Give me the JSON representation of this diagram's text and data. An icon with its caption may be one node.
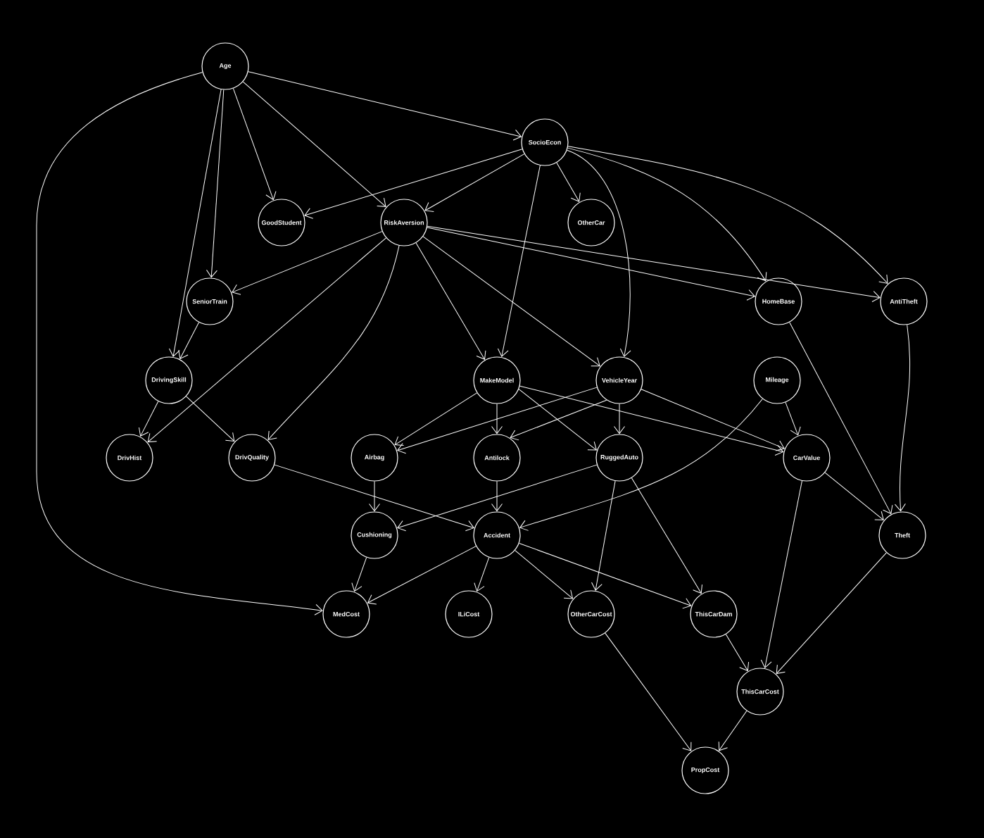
{
  "diagram": {
    "nodes": [
      {
        "text": [
          "Age"
        ]
      },
      {
        "text": [
          "SocioEcon"
        ]
      },
      {
        "text": [
          "GoodStudent"
        ]
      },
      {
        "text": [
          "RiskAversion"
        ]
      },
      {
        "text": [
          "OtherCar"
        ]
      },
      {
        "text": [
          "SeniorTrain"
        ]
      },
      {
        "text": [
          "HomeBase"
        ]
      },
      {
        "text": [
          "AntiTheft"
        ]
      },
      {
        "text": [
          "DrivingSkill"
        ]
      },
      {
        "text": [
          "MakeModel"
        ]
      },
      {
        "text": [
          "VehicleYear"
        ]
      },
      {
        "text": [
          "Mileage"
        ]
      },
      {
        "text": [
          "DrivHist"
        ]
      },
      {
        "text": [
          "DrivQuality"
        ]
      },
      {
        "text": [
          "Airbag"
        ]
      },
      {
        "text": [
          "Antilock"
        ]
      },
      {
        "text": [
          "RuggedAuto"
        ]
      },
      {
        "text": [
          "CarValue"
        ]
      },
      {
        "text": [
          "Cushioning"
        ]
      },
      {
        "text": [
          "Accident"
        ]
      },
      {
        "text": [
          "Theft"
        ]
      },
      {
        "text": [
          "MedCost"
        ]
      },
      {
        "text": [
          "ILiCost"
        ]
      },
      {
        "text": [
          "OtherCarCost"
        ]
      },
      {
        "text": [
          "ThisCarDam"
        ]
      },
      {
        "text": [
          "ThisCarCost"
        ]
      },
      {
        "text": [
          "PropCost"
        ]
      }
    ],
    "edges": [
      {
        "from": 0,
        "to": 1,
        "arrow": "to"
      },
      {
        "from": 0,
        "to": 2,
        "arrow": "to"
      },
      {
        "from": 0,
        "to": 3,
        "arrow": "to"
      },
      {
        "from": 0,
        "to": 5,
        "arrow": "to"
      },
      {
        "from": 0,
        "to": 8,
        "arrow": "to"
      },
      {
        "from": 0,
        "to": 21,
        "arrow": "to"
      },
      {
        "from": 1,
        "to": 2,
        "arrow": "to"
      },
      {
        "from": 1,
        "to": 3,
        "arrow": "to"
      },
      {
        "from": 1,
        "to": 4,
        "arrow": "to"
      },
      {
        "from": 1,
        "to": 9,
        "arrow": "to"
      },
      {
        "from": 1,
        "to": 10,
        "arrow": "to"
      },
      {
        "from": 1,
        "to": 6,
        "arrow": "to"
      },
      {
        "from": 1,
        "to": 7,
        "arrow": "to"
      },
      {
        "from": 3,
        "to": 5,
        "arrow": "to"
      },
      {
        "from": 3,
        "to": 12,
        "arrow": "to"
      },
      {
        "from": 3,
        "to": 13,
        "arrow": "to"
      },
      {
        "from": 3,
        "to": 9,
        "arrow": "to"
      },
      {
        "from": 3,
        "to": 10,
        "arrow": "to"
      },
      {
        "from": 3,
        "to": 6,
        "arrow": "to"
      },
      {
        "from": 3,
        "to": 7,
        "arrow": "to"
      },
      {
        "from": 5,
        "to": 8,
        "arrow": "to"
      },
      {
        "from": 8,
        "to": 12,
        "arrow": "to"
      },
      {
        "from": 8,
        "to": 13,
        "arrow": "to"
      },
      {
        "from": 9,
        "to": 14,
        "arrow": "to"
      },
      {
        "from": 9,
        "to": 15,
        "arrow": "to"
      },
      {
        "from": 9,
        "to": 16,
        "arrow": "to"
      },
      {
        "from": 9,
        "to": 17,
        "arrow": "to"
      },
      {
        "from": 10,
        "to": 14,
        "arrow": "to"
      },
      {
        "from": 10,
        "to": 15,
        "arrow": "to"
      },
      {
        "from": 10,
        "to": 16,
        "arrow": "to"
      },
      {
        "from": 10,
        "to": 17,
        "arrow": "to"
      },
      {
        "from": 11,
        "to": 17,
        "arrow": "to"
      },
      {
        "from": 11,
        "to": 19,
        "arrow": "to"
      },
      {
        "from": 13,
        "to": 19,
        "arrow": "to"
      },
      {
        "from": 15,
        "to": 19,
        "arrow": "to"
      },
      {
        "from": 14,
        "to": 18,
        "arrow": "to"
      },
      {
        "from": 16,
        "to": 18,
        "arrow": "to"
      },
      {
        "from": 16,
        "to": 23,
        "arrow": "to"
      },
      {
        "from": 16,
        "to": 24,
        "arrow": "to"
      },
      {
        "from": 19,
        "to": 21,
        "arrow": "to"
      },
      {
        "from": 19,
        "to": 22,
        "arrow": "to"
      },
      {
        "from": 19,
        "to": 23,
        "arrow": "to"
      },
      {
        "from": 19,
        "to": 24,
        "arrow": "to"
      },
      {
        "from": 18,
        "to": 21,
        "arrow": "to"
      },
      {
        "from": 6,
        "to": 20,
        "arrow": "to"
      },
      {
        "from": 7,
        "to": 20,
        "arrow": "to"
      },
      {
        "from": 17,
        "to": 20,
        "arrow": "to"
      },
      {
        "from": 17,
        "to": 25,
        "arrow": "to"
      },
      {
        "from": 20,
        "to": 25,
        "arrow": "to"
      },
      {
        "from": 24,
        "to": 25,
        "arrow": "to"
      },
      {
        "from": 23,
        "to": 26,
        "arrow": "to"
      },
      {
        "from": 25,
        "to": 26,
        "arrow": "to"
      }
    ]
  }
}
